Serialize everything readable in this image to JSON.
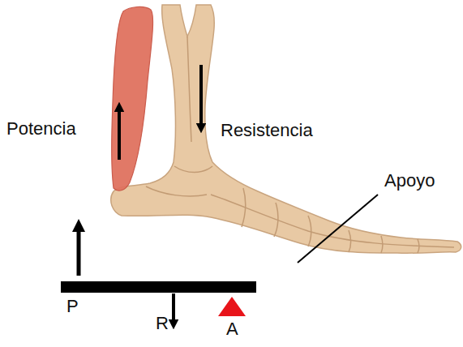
{
  "diagram": {
    "labels": [
      "Potencia",
      "Resistencia",
      "Apoyo",
      "P",
      "R",
      "A"
    ]
  }
}
